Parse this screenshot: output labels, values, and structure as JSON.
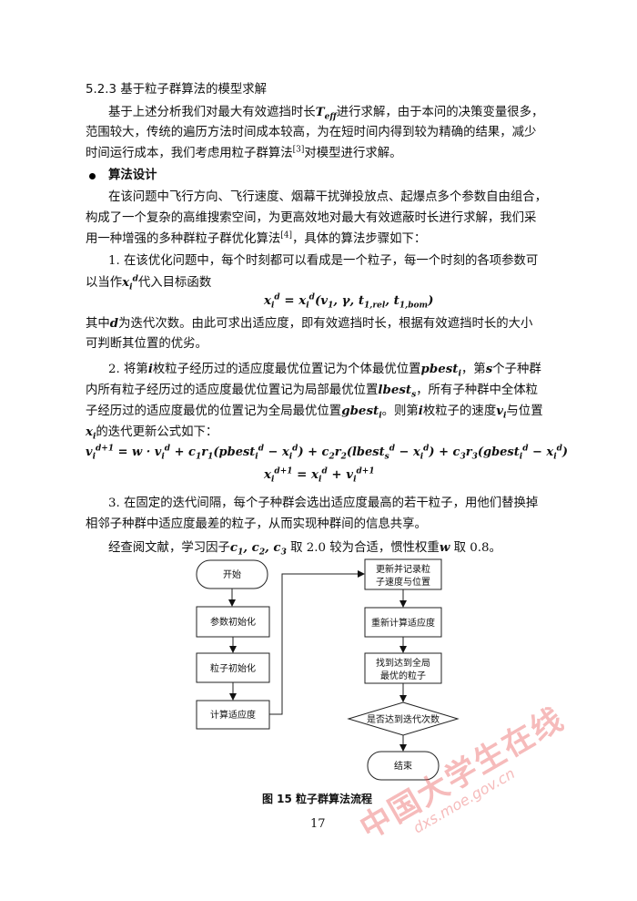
{
  "section": {
    "number": "5.2.3",
    "title": "基于粒子群算法的模型求解"
  },
  "intro": {
    "line1_a": "基于上述分析我们对最大有效遮挡时长",
    "line1_var": "T",
    "line1_var_sub": "eff",
    "line1_b": "进行求解，由于本问的决策变量很多，",
    "line2": "范围较大，传统的遍历方法时间成本较高，为在短时间内得到较为精确的结果，减少",
    "line3_a": "时间运行成本，我们考虑用粒子群算法",
    "line3_ref": "[3]",
    "line3_b": "对模型进行求解。"
  },
  "bullet_heading": "算法设计",
  "design": {
    "line1": "在该问题中飞行方向、飞行速度、烟幕干扰弹投放点、起爆点多个参数自由组合，",
    "line2": "构成了一个复杂的高维搜索空间，为更高效地对最大有效遮蔽时长进行求解，我们采",
    "line3_a": "用一种增强的多种群粒子群优化算法",
    "line3_ref": "[4]",
    "line3_b": "，具体的算法步骤如下："
  },
  "step1": {
    "line1": "1. 在该优化问题中，每个时刻都可以看成是一个粒子，每一个时刻的各项参数可",
    "line2_a": "以当作",
    "line2_b": "代入目标函数",
    "equation": "x_i^d = x_i^d(v_1, γ, t_1,rel, t_1,bom)",
    "line3_a": "其中",
    "line3_var": "d",
    "line3_b": "为迭代次数。由此可求出适应度，即有效遮挡时长，根据有效遮挡时长的大小",
    "line4": "可判断其位置的优劣。"
  },
  "step2": {
    "line1_a": "2. 将第",
    "line1_b": "枚粒子经历过的适应度最优位置记为个体最优位置",
    "line1_c": "，第",
    "line1_d": "个子种群",
    "line2_a": "内所有粒子经历过的适应度最优位置记为局部最优位置",
    "line2_b": "，所有子种群中全体粒",
    "line3_a": "子经历过的适应度最优的位置记为全局最优位置",
    "line3_b": "。则第",
    "line3_c": "枚粒子的速度",
    "line3_d": "与位置",
    "line4_b": "的迭代更新公式如下：",
    "eq1": "v_i^{d+1} = w·v_i^d + c1r1(pbest_i^d − x_i^d) + c2r2(lbest_s^d − x_i^d) + c3r3(gbest_i^d − x_i^d)",
    "eq2": "x_i^{d+1} = x_i^d + v_i^{d+1}"
  },
  "step3": {
    "line1": "3. 在固定的迭代间隔，每个子种群会选出适应度最高的若干粒子，用他们替换掉",
    "line2": "相邻子种群中适应度最差的粒子，从而实现种群间的信息共享。"
  },
  "params": {
    "text_a": "经查阅文献，学习因子",
    "text_b": "取 2.0 较为合适，惯性权重",
    "text_c": "取 0.8。"
  },
  "flowchart": {
    "start": "开始",
    "param_init": "参数初始化",
    "particle_init": "粒子初始化",
    "calc_fitness": "计算适应度",
    "update_line1": "更新并记录粒",
    "update_line2": "子速度与位置",
    "recalc": "重新计算适应度",
    "best_line1": "找到达到全局",
    "best_line2": "最优的粒子",
    "decision": "是否达到迭代次数",
    "end": "结束"
  },
  "caption": "图 15  粒子群算法流程",
  "page_number": "17",
  "watermark": {
    "main": "中国大学生在线",
    "url": "dxs.moe.gov.cn"
  }
}
